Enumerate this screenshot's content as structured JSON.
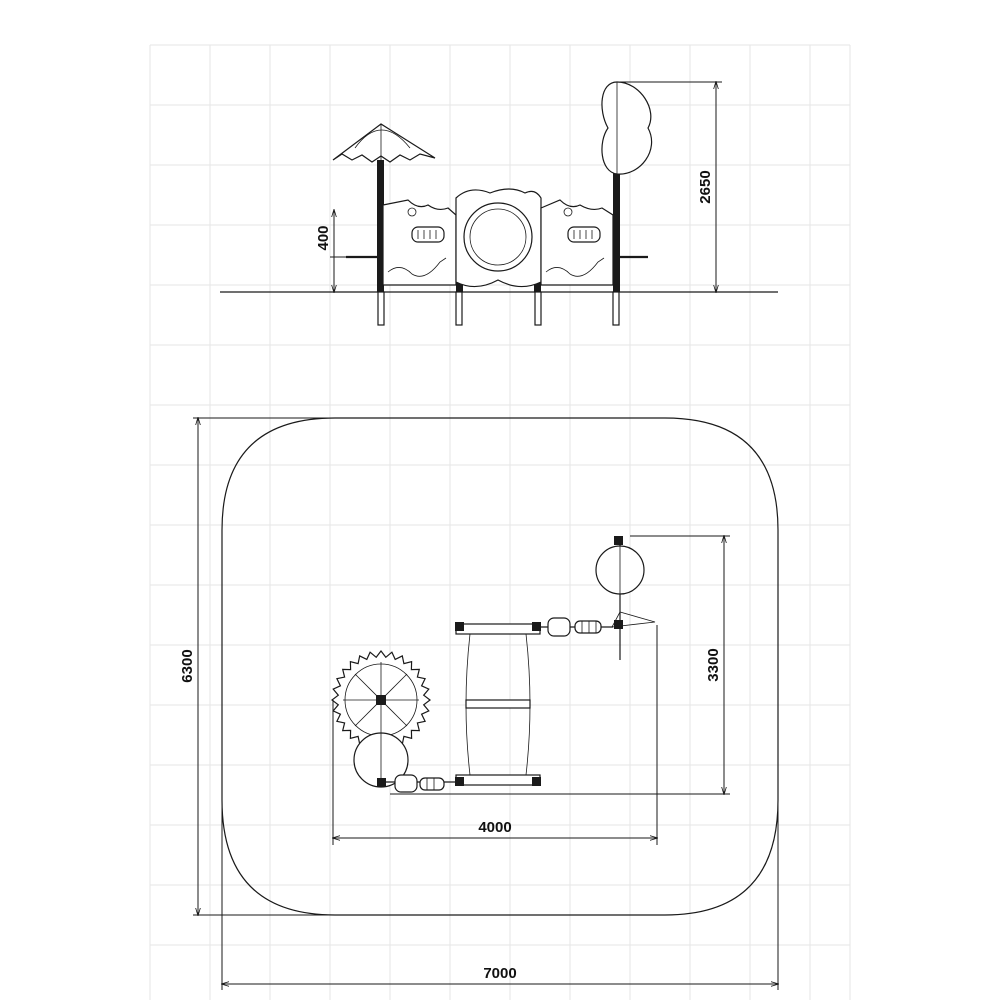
{
  "elevation_view": {
    "dim_height_total": "2650",
    "dim_platform_height": "400"
  },
  "plan_view": {
    "dim_depth_equipment": "3300",
    "dim_width_equipment": "4000",
    "dim_zone_depth": "6300",
    "dim_zone_width": "7000"
  },
  "colors": {
    "line": "#1a1a1a",
    "grid": "#e6e6e6",
    "background": "#ffffff"
  }
}
